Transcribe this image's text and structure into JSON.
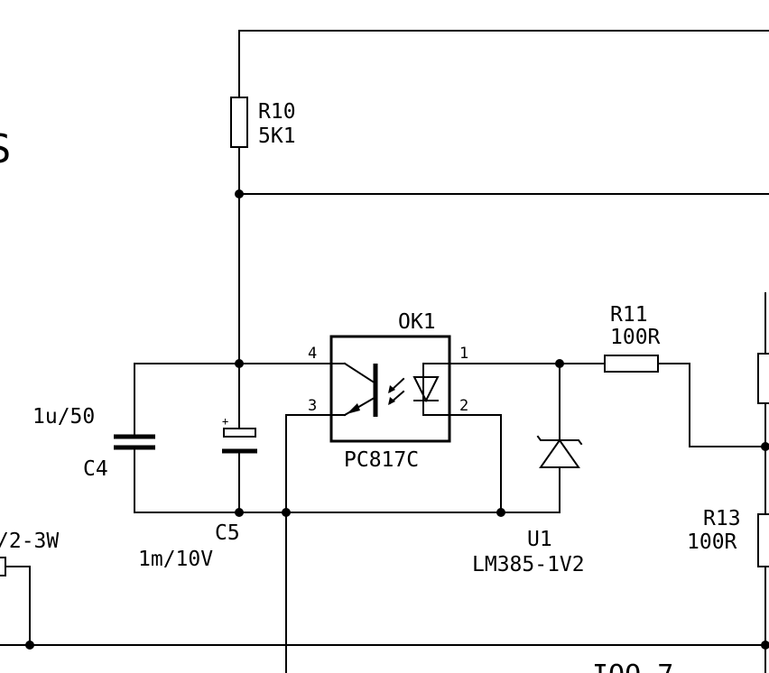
{
  "partial_left_text": "S",
  "partial_left_label": "/2-3W",
  "partial_bottom_text": "IOO  7",
  "components": {
    "r10": {
      "ref": "R10",
      "value": "5K1"
    },
    "r11": {
      "ref": "R11",
      "value": "100R"
    },
    "r13": {
      "ref": "R13",
      "value": "100R"
    },
    "c4": {
      "ref": "C4",
      "value": "1u/50"
    },
    "c5": {
      "ref": "C5",
      "value": "1m/10V",
      "polarity": "+"
    },
    "ok1": {
      "ref": "OK1",
      "value": "PC817C",
      "pins": [
        "4",
        "3",
        "1",
        "2"
      ]
    },
    "u1": {
      "ref": "U1",
      "value": "LM385-1V2"
    }
  }
}
